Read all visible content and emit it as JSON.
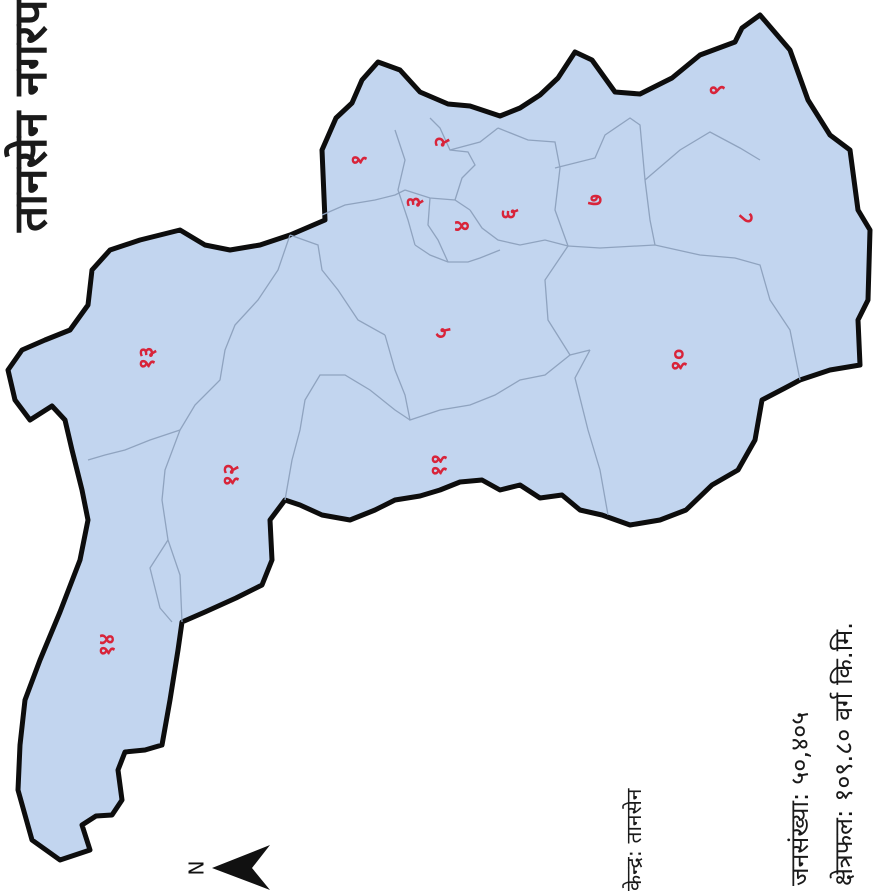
{
  "map": {
    "title": "तानसेन नगरपालिका",
    "north_label": "N",
    "headquarters_text": "केन्द्र: तानसेन",
    "population_text": "जनसंख्या: ५०,४०५",
    "area_text": "क्षेत्रफल: १०९.८० वर्ग कि.मि.",
    "colors": {
      "fill": "#c2d5ef",
      "border": "#0d0d0d",
      "ward_lines": "#8fa3bf",
      "labels": "#d8243a"
    },
    "wards": [
      "१",
      "२",
      "३",
      "४",
      "५",
      "६",
      "७",
      "८",
      "९",
      "१०",
      "११",
      "१२",
      "१३",
      "१४"
    ]
  }
}
